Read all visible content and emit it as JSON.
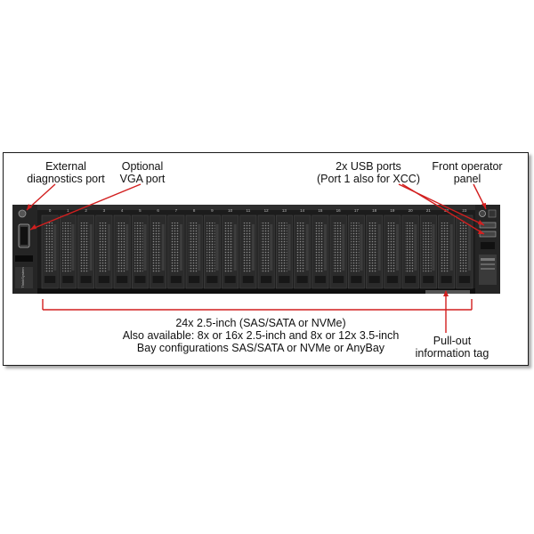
{
  "callouts": {
    "external_diag": {
      "line1": "External",
      "line2": "diagnostics port"
    },
    "vga": {
      "line1": "Optional",
      "line2": "VGA port"
    },
    "usb": {
      "line1": "2x USB ports",
      "line2": "(Port 1 also for XCC)"
    },
    "operator_panel": {
      "line1": "Front operator",
      "line2": "panel"
    },
    "pullout": {
      "line1": "Pull-out",
      "line2": "information tag"
    }
  },
  "bay_summary": {
    "line1": "24x 2.5-inch (SAS/SATA or NVMe)",
    "line2": "Also available: 8x or 16x 2.5-inch and 8x or 12x 3.5-inch",
    "line3": "Bay configurations SAS/SATA or NVMe or AnyBay"
  },
  "server": {
    "bay_numbers": [
      "0",
      "1",
      "2",
      "3",
      "4",
      "5",
      "6",
      "7",
      "8",
      "9",
      "10",
      "11",
      "12",
      "13",
      "14",
      "15",
      "16",
      "17",
      "18",
      "19",
      "20",
      "21",
      "22",
      "23"
    ],
    "brand": "ThinkSystem"
  },
  "colors": {
    "callout_line": "#d21f1f",
    "chassis": "#1c1c1c",
    "frame_border": "#1a1a1a"
  }
}
